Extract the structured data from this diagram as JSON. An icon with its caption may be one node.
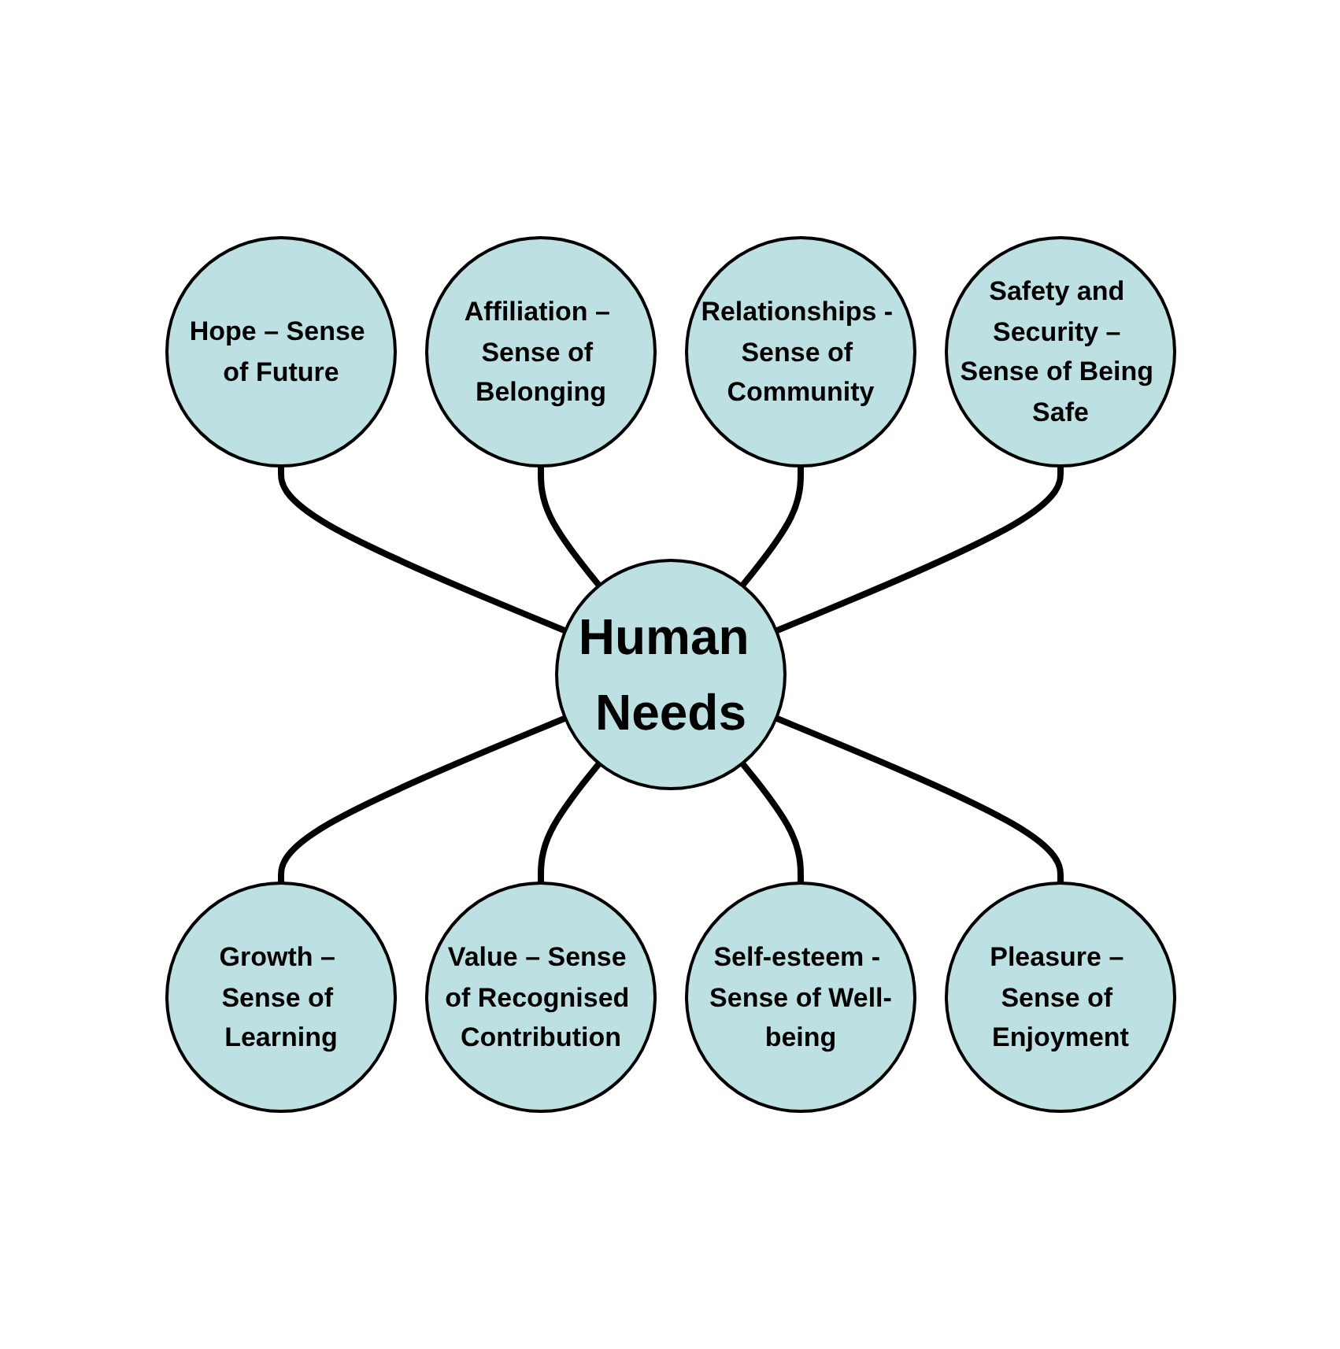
{
  "diagram": {
    "nodes": [
      {
        "text": [
          "Human Needs"
        ]
      },
      {
        "text": [
          "Affiliation – Sense of Belonging"
        ]
      },
      {
        "text": [
          "Hope – Sense of Future"
        ]
      },
      {
        "text": [
          "Relationships - Sense of Community"
        ]
      },
      {
        "text": [
          "Safety and Security – Sense of Being Safe"
        ]
      },
      {
        "text": [
          "Pleasure – Sense of Enjoyment"
        ]
      },
      {
        "text": [
          "Growth – Sense of Learning"
        ]
      },
      {
        "text": [
          "Self-esteem - Sense of Well-being"
        ]
      },
      {
        "text": [
          "Value – Sense of Recognised Contribution"
        ]
      }
    ],
    "edges": [
      {
        "from": 2,
        "to": 0,
        "arrow": "none"
      },
      {
        "from": 1,
        "to": 0,
        "arrow": "none"
      },
      {
        "from": 3,
        "to": 0,
        "arrow": "none"
      },
      {
        "from": 4,
        "to": 0,
        "arrow": "none"
      },
      {
        "from": 0,
        "to": 6,
        "arrow": "none"
      },
      {
        "from": 0,
        "to": 8,
        "arrow": "none"
      },
      {
        "from": 0,
        "to": 7,
        "arrow": "none"
      },
      {
        "from": 0,
        "to": 5,
        "arrow": "none"
      }
    ]
  }
}
